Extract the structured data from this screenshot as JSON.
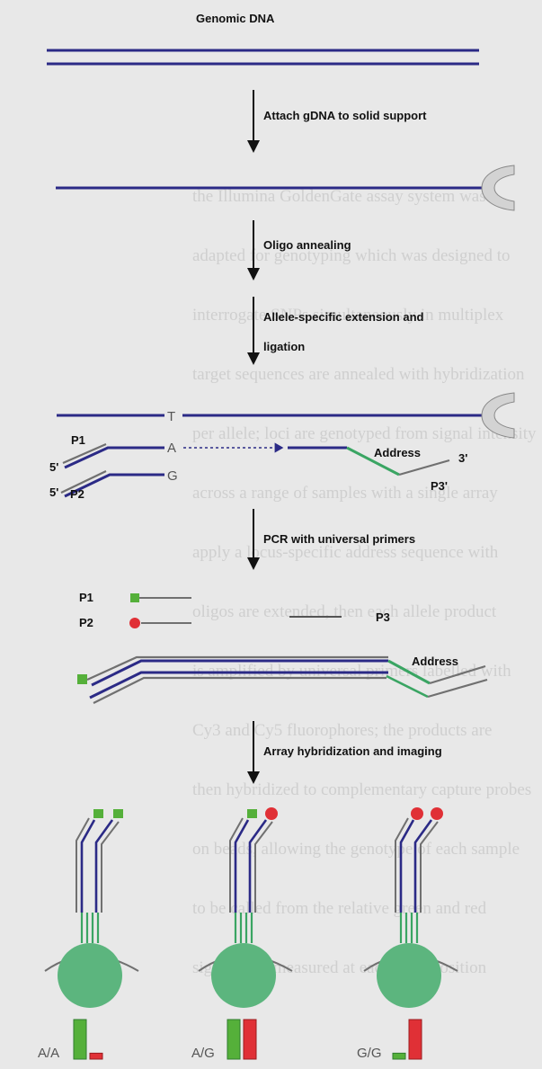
{
  "colors": {
    "strand": "#2b2a86",
    "gray_strand": "#707070",
    "address_green": "#3aa563",
    "bead_green": "#5cb57e",
    "dye_green": "#55b03a",
    "dye_red": "#e03036",
    "support": "#d3d3d3",
    "background": "#e8e8e8"
  },
  "steps": {
    "genomic_dna": "Genomic DNA",
    "attach": "Attach gDNA to solid support",
    "oligo": "Oligo annealing",
    "allele_line1": "Allele-specific extension and",
    "allele_line2": "ligation",
    "pcr": "PCR with universal primers",
    "array": "Array hybridization and imaging"
  },
  "labels": {
    "base_t": "T",
    "base_a": "A",
    "base_g": "G",
    "p1": "P1",
    "p2": "P2",
    "p3": "P3",
    "p3_prime": "P3'",
    "five_prime": "5'",
    "three_prime": "3'",
    "address": "Address",
    "address2": "Address"
  },
  "genotypes": [
    {
      "label": "A/A",
      "green_level": 1.0,
      "red_level": 0.15,
      "dyes": [
        "green",
        "green"
      ]
    },
    {
      "label": "A/G",
      "green_level": 1.0,
      "red_level": 1.0,
      "dyes": [
        "green",
        "red"
      ]
    },
    {
      "label": "G/G",
      "green_level": 0.15,
      "red_level": 1.0,
      "dyes": [
        "red",
        "red"
      ]
    }
  ],
  "background_text_lines": [
    "the Illumina GoldenGate assay system was",
    "adapted for genotyping which was designed to",
    "interrogate SNPs simultaneously in multiplex",
    "target sequences are annealed with hybridization",
    "per allele; loci are genotyped from signal intensity",
    "across a range of samples with a single array",
    "apply a locus-specific address sequence with",
    "oligos are extended, then each allele product",
    "is amplified by universal primers labelled with",
    "Cy3 and Cy5 fluorophores; the products are",
    "then hybridized to complementary capture probes",
    "on beads, allowing the genotype of each sample",
    "to be called from the relative green and red",
    "signal ratio measured at each bead position"
  ]
}
